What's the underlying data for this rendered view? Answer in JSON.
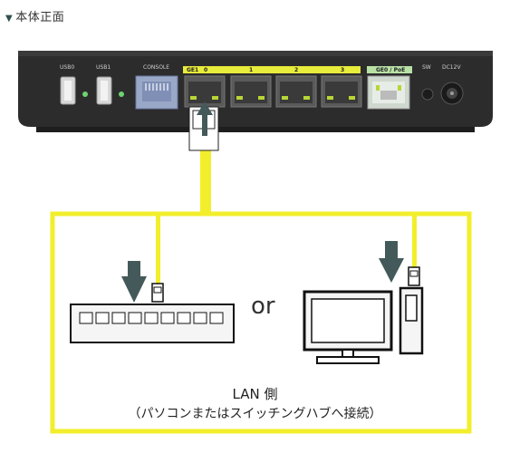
{
  "header": {
    "title": "本体正面",
    "marker": "▼"
  },
  "device": {
    "ports": {
      "usb0": "USB0",
      "usb1": "USB1",
      "console": "CONSOLE",
      "ge1": "GE1",
      "lan_0": "0",
      "lan_1": "1",
      "lan_2": "2",
      "lan_3": "3",
      "ge0_poe": "GE0 / PoE",
      "sw": "SW",
      "dc12v": "DC12V"
    },
    "colors": {
      "body": "#2b2b2b",
      "lan_strip": "#e8ec3a",
      "poe_strip": "#b9e1a6",
      "console_port": "#9aa8c8"
    }
  },
  "diagram": {
    "connector": "or",
    "lan_side_label": "LAN 側",
    "lan_side_note": "（パソコンまたはスイッチングハブへ接続）",
    "colors": {
      "cable": "#f2ee2b",
      "arrow": "#44595a",
      "monitor": "#111111"
    }
  }
}
